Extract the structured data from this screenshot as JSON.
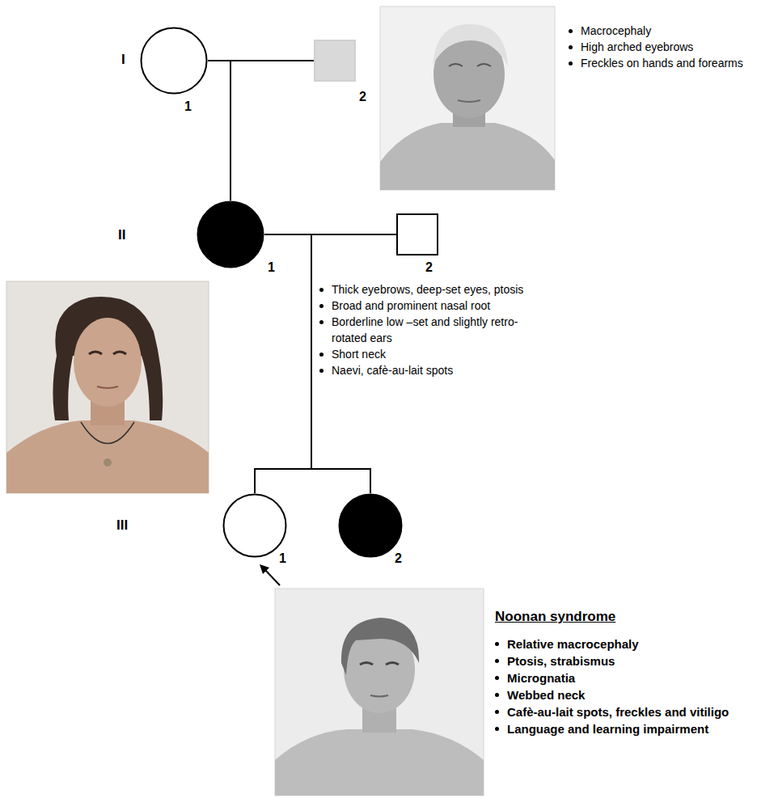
{
  "diagram": {
    "nodes": [
      {
        "text": [
          "1"
        ]
      },
      {
        "text": [
          "2"
        ]
      },
      {
        "text": [
          "1"
        ]
      },
      {
        "text": [
          "2"
        ]
      },
      {
        "text": [
          "1"
        ]
      },
      {
        "text": [
          "2"
        ]
      }
    ],
    "edges": [
      {
        "from": 0,
        "to": 1,
        "arrow": "none"
      },
      {
        "from": 0,
        "to": 2,
        "arrow": "none"
      },
      {
        "from": 1,
        "to": 2,
        "arrow": "none"
      },
      {
        "from": 2,
        "to": 3,
        "arrow": "none"
      },
      {
        "from": 2,
        "to": 4,
        "arrow": "none"
      },
      {
        "from": 2,
        "to": 5,
        "arrow": "none"
      },
      {
        "from": 3,
        "to": 4,
        "arrow": "none"
      },
      {
        "from": 3,
        "to": 5,
        "arrow": "none"
      }
    ],
    "labels": [
      "I",
      "II",
      "III",
      "Macrocephaly",
      "High arched eyebrows",
      "Freckles on hands and forearms",
      "Thick eyebrows, deep-set eyes, ptosis",
      "Broad and prominent nasal root",
      "Borderline low –set and slightly retro-rotated ears",
      "Short neck",
      "Naevi, cafè-au-lait spots",
      "Noonan syndrome",
      "Relative macrocephaly",
      "Ptosis, strabismus",
      "Micrognatia",
      "Webbed neck",
      "Cafè-au-lait spots, freckles and vitiligo",
      "Language and learning impairment"
    ]
  }
}
